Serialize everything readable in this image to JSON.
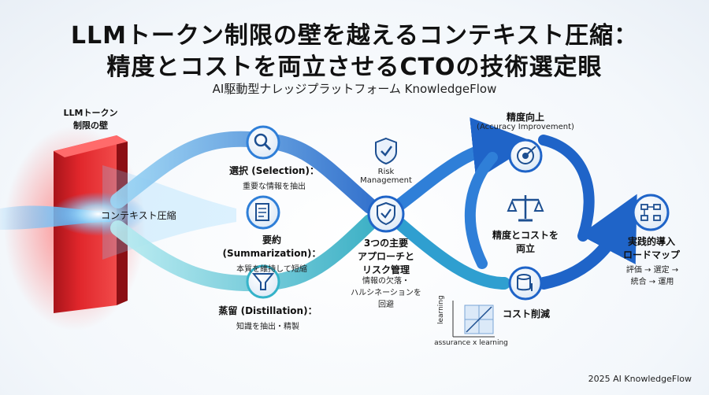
{
  "header": {
    "title_line1": "LLMトークン制限の壁を越えるコンテキスト圧縮：",
    "title_line2": "精度とコストを両立させるCTOの技術選定眼",
    "subtitle": "AI駆動型ナレッジプラットフォーム KnowledgeFlow"
  },
  "wall": {
    "label": "LLMトークン\n制限の壁",
    "compression_label": "コンテキスト圧縮"
  },
  "approaches": [
    {
      "title": "選択 (Selection)：",
      "desc": "重要な情報を抽出",
      "icon": "magnifier-icon"
    },
    {
      "title": "要約 (Summarization)：",
      "desc": "本質を維持して短縮",
      "icon": "document-icon"
    },
    {
      "title": "蒸留 (Distillation)：",
      "desc": "知識を抽出・精製",
      "icon": "funnel-icon"
    }
  ],
  "risk": {
    "label": "Risk\nManagement",
    "icon": "shield-check-icon"
  },
  "hub": {
    "title": "3つの主要\nアプローチと\nリスク管理",
    "desc": "情報の欠落・\nハルシネーションを\n回避"
  },
  "accuracy": {
    "title": "精度向上",
    "subtitle": "(Accuracy Improvement)",
    "icon": "target-icon"
  },
  "balance": {
    "label": "精度とコストを\n両立",
    "icon": "scales-icon"
  },
  "cost": {
    "label": "コスト削減",
    "icon": "database-icon"
  },
  "mini_chart": {
    "ylabel": "learning",
    "xlabel": "assurance x learning"
  },
  "roadmap": {
    "title": "実践的導入\nロードマップ",
    "steps": "評価 → 選定 →\n統合 → 運用",
    "icon": "flowchart-icon"
  },
  "footer": "2025 AI KnowledgeFlow",
  "colors": {
    "wall": "#e0262b",
    "flow_blue": "#2f7fd8",
    "flow_teal": "#34b3c9",
    "icon_dark": "#1d4f91"
  }
}
